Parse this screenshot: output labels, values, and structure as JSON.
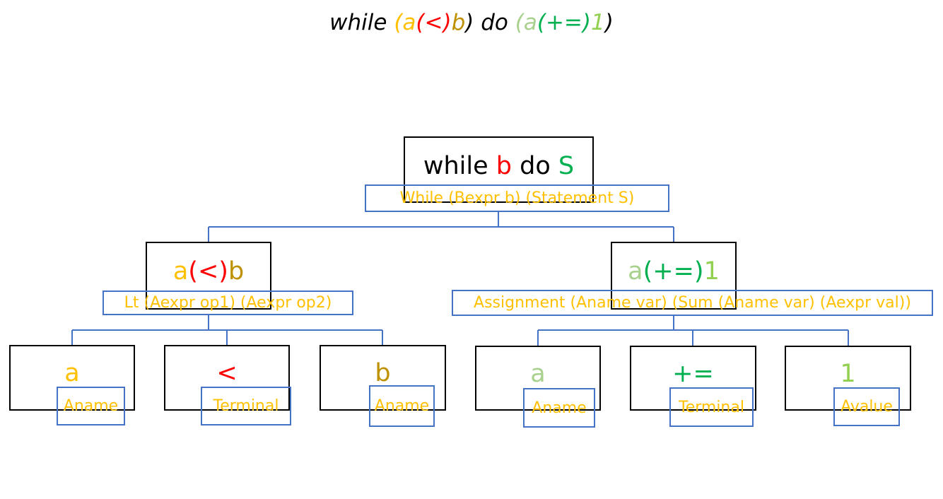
{
  "title": {
    "p1": "while ",
    "p2": "(",
    "p3": "a",
    "p4": "(<)",
    "p5": "b",
    "p6": ") do ",
    "p7": "(",
    "p8": "a",
    "p9": "(+=)",
    "p10": "1",
    "p11": ")"
  },
  "root": {
    "w1": "while ",
    "w2": "b",
    "w3": " do ",
    "w4": "S",
    "label": "While (Bexpr b) (Statement S)"
  },
  "left": {
    "a": "a",
    "op": "(<)",
    "b": "b",
    "label": "Lt (Aexpr op1) (Aexpr op2)"
  },
  "right": {
    "a": "a",
    "op": "(+=)",
    "v": "1",
    "label": "Assignment (Aname var) (Sum (Aname var) (Aexpr val))"
  },
  "leaves": [
    {
      "text": "a",
      "label": "Aname"
    },
    {
      "text": "<",
      "label": "Terminal"
    },
    {
      "text": "b",
      "label": "Aname"
    },
    {
      "text": "a",
      "label": "Aname"
    },
    {
      "text": "+=",
      "label": "Terminal"
    },
    {
      "text": "1",
      "label": "Avalue"
    }
  ],
  "colors": {
    "node_border": "#000000",
    "label_border": "#4472c4",
    "label_text": "#ffc000",
    "red": "#ff0000",
    "olive": "#bf9000",
    "green": "#00b050",
    "light_green": "#a9d18e",
    "mid_green": "#92d050"
  }
}
